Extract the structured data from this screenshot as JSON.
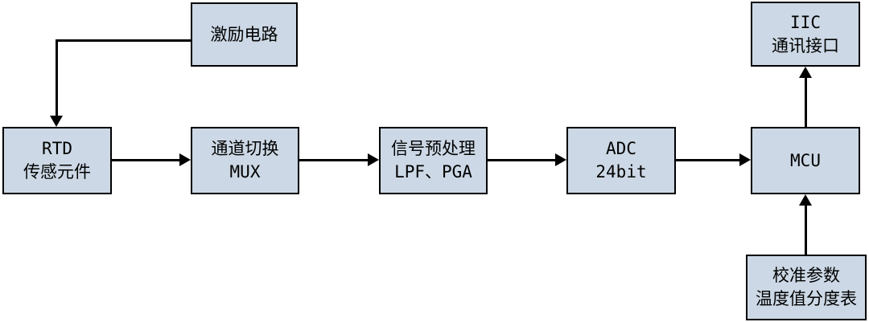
{
  "diagram": {
    "background_color": "#ffffff",
    "node_fill_color": "#ccd8e5",
    "node_border_color": "#000000",
    "arrow_color": "#000000",
    "nodes": {
      "excitation": {
        "lines": [
          "激励电路"
        ]
      },
      "rtd": {
        "lines": [
          "RTD",
          "传感元件"
        ]
      },
      "mux": {
        "lines": [
          "通道切换",
          "MUX"
        ]
      },
      "preprocess": {
        "lines": [
          "信号预处理",
          "LPF、PGA"
        ]
      },
      "adc": {
        "lines": [
          "ADC",
          "24bit"
        ]
      },
      "mcu": {
        "lines": [
          "MCU"
        ]
      },
      "iic": {
        "lines": [
          "IIC",
          "通讯接口"
        ]
      },
      "calibration": {
        "lines": [
          "校准参数",
          "温度值分度表"
        ]
      }
    },
    "connections": [
      {
        "from": "excitation",
        "to": "rtd"
      },
      {
        "from": "rtd",
        "to": "mux"
      },
      {
        "from": "mux",
        "to": "preprocess"
      },
      {
        "from": "preprocess",
        "to": "adc"
      },
      {
        "from": "adc",
        "to": "mcu"
      },
      {
        "from": "mcu",
        "to": "iic"
      },
      {
        "from": "calibration",
        "to": "mcu"
      }
    ]
  }
}
